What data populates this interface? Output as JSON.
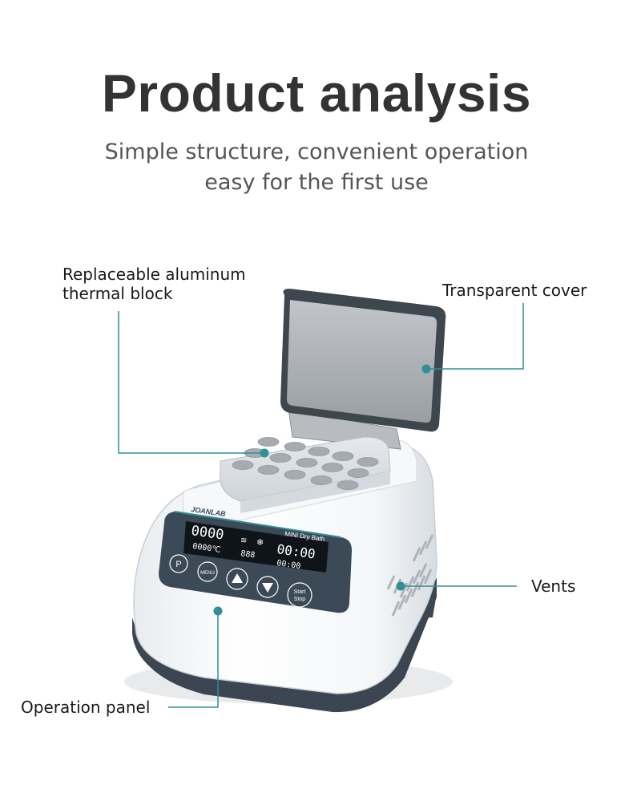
{
  "header": {
    "title": "Product analysis",
    "subtitle_line1": "Simple structure, convenient operation",
    "subtitle_line2": "easy for the first use"
  },
  "callouts": {
    "block": "Replaceable aluminum thermal block",
    "cover": "Transparent cover",
    "vents": "Vents",
    "panel": "Operation panel"
  },
  "device": {
    "brand": "JOANLAB",
    "model": "MINI Dry Bath",
    "display_temp": "0000",
    "display_temp_small": "0000℃",
    "display_mid": "888",
    "display_time": "00:00",
    "display_time_small": "00:00",
    "buttons": {
      "p": "P",
      "menu": "MENU",
      "start": "Start",
      "stop": "Stop"
    }
  },
  "colors": {
    "accent": "#2f8f95",
    "panel": "#3c4a57",
    "title": "#333333"
  }
}
